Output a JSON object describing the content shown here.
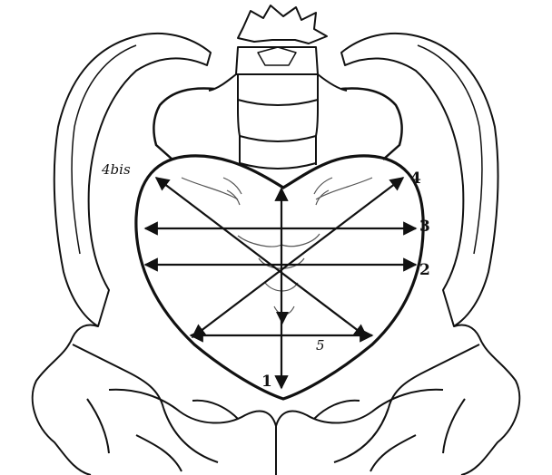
{
  "figure": {
    "labels": {
      "one": "1",
      "two": "2",
      "three": "3",
      "four": "4",
      "four_bis": "4bis",
      "five": "5"
    }
  },
  "colors": {
    "ink": "#111111",
    "background": "#ffffff"
  },
  "icons": {
    "arrowhead": "filled-triangle"
  }
}
